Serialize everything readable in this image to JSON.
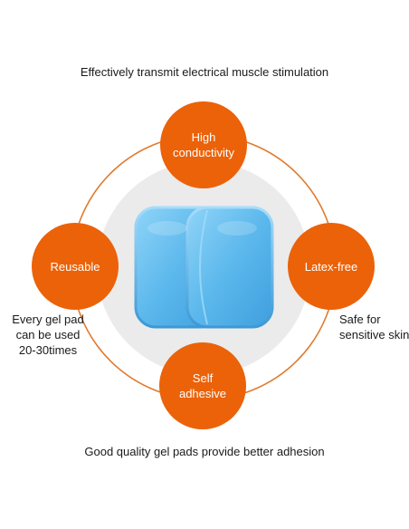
{
  "top_caption": "Effectively transmit electrical muscle stimulation",
  "bottom_caption": "Good quality gel pads provide better adhesion",
  "features": {
    "top": {
      "line1": "High",
      "line2": "conductivity"
    },
    "left": {
      "line1": "Reusable"
    },
    "right": {
      "line1": "Latex-free"
    },
    "bottom": {
      "line1": "Self",
      "line2": "adhesive"
    }
  },
  "notes": {
    "left": {
      "line1": "Every gel pad",
      "line2": "can be used",
      "line3": "20-30times"
    },
    "right": {
      "line1": "Safe for",
      "line2": "sensitive skin"
    }
  },
  "colors": {
    "badge": "#eb6209",
    "ring": "#e07a2e",
    "inner_disc": "#ebebeb",
    "gel_pad": "#5cb8ec"
  }
}
